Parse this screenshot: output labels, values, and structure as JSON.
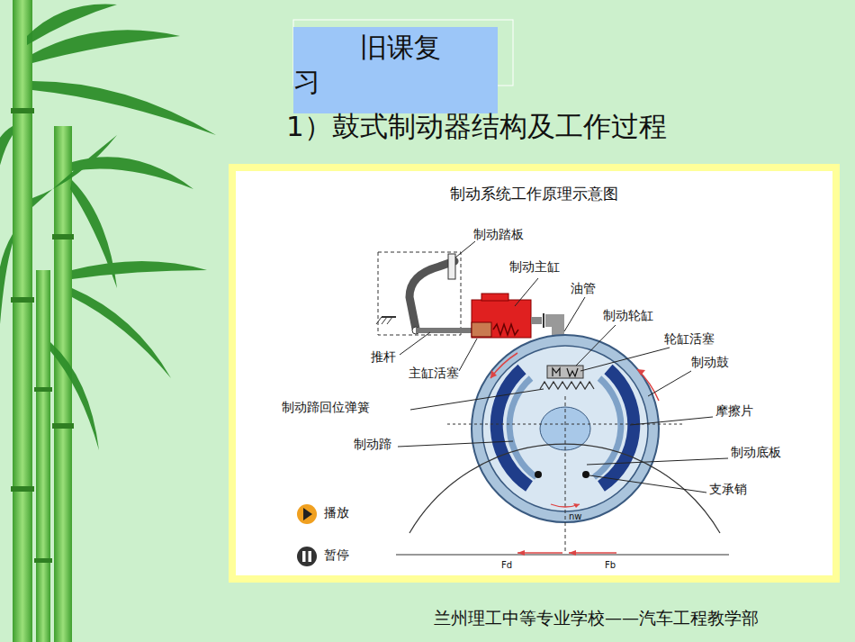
{
  "diagram": {
    "title": "1）鼓式制动器结构及工作过程",
    "caption": "兰州理工中等专业学校——汽车工程教学部",
    "nodes": [
      {
        "text": [
          "旧课复习"
        ]
      },
      {
        "text": [
          "制动系统工作原理示意图"
        ]
      }
    ],
    "labels": [
      "制动踏板",
      "制动主缸",
      "油管",
      "制动轮缸",
      "轮缸活塞",
      "制动鼓",
      "摩擦片",
      "制动底板",
      "支承销",
      "推杆",
      "主缸活塞",
      "制动蹄回位弹簧",
      "制动蹄",
      "播放",
      "暂停",
      "nw",
      "Fd",
      "Fb"
    ]
  }
}
